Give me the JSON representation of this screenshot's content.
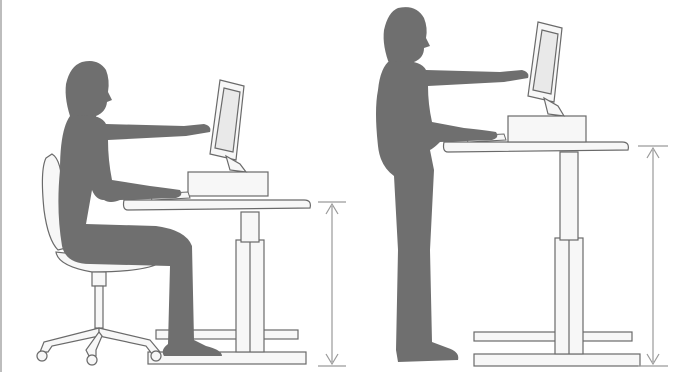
{
  "colors": {
    "figure": "#6f6f6f",
    "figure_dark": "#5f5f5f",
    "furniture_fill": "#f7f7f7",
    "furniture_stroke": "#6a6a6a",
    "dimension_line": "#9a9a9a",
    "left_border": "#bdbdbd",
    "background": "#ffffff"
  },
  "scenes": [
    {
      "posture": "sitting",
      "elements": [
        "person-silhouette",
        "office-chair",
        "height-adjustable-desk",
        "monitor",
        "keyboard",
        "computer-base",
        "height-dimension-arrow"
      ]
    },
    {
      "posture": "standing",
      "elements": [
        "person-silhouette",
        "height-adjustable-desk",
        "monitor",
        "keyboard",
        "computer-base",
        "height-dimension-arrow"
      ]
    }
  ]
}
